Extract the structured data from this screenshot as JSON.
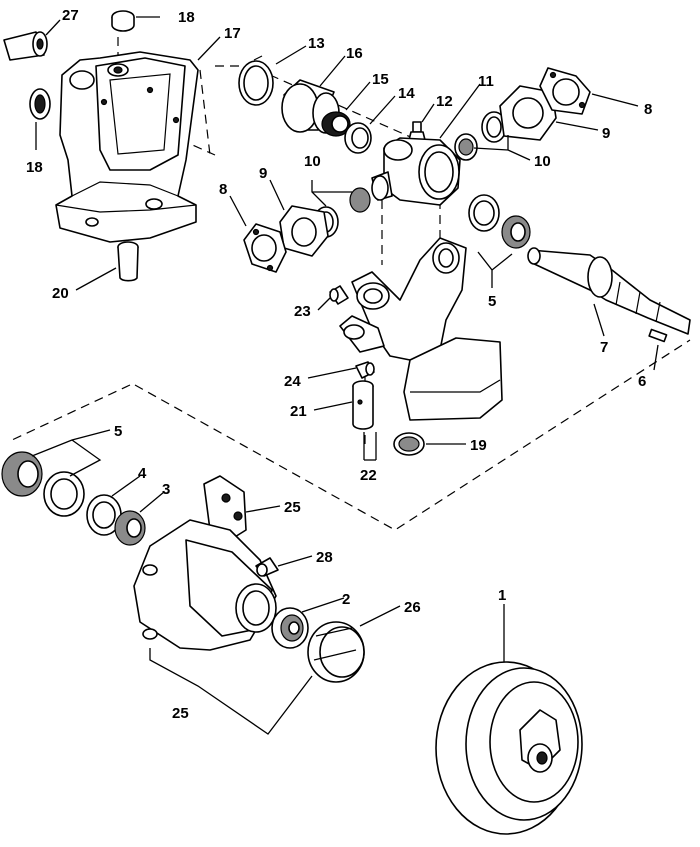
{
  "callouts": [
    {
      "id": "c27",
      "text": "27"
    },
    {
      "id": "c18a",
      "text": "18"
    },
    {
      "id": "c17",
      "text": "17"
    },
    {
      "id": "c13",
      "text": "13"
    },
    {
      "id": "c16",
      "text": "16"
    },
    {
      "id": "c15",
      "text": "15"
    },
    {
      "id": "c14",
      "text": "14"
    },
    {
      "id": "c12",
      "text": "12"
    },
    {
      "id": "c11",
      "text": "11"
    },
    {
      "id": "c8a",
      "text": "8"
    },
    {
      "id": "c9a",
      "text": "9"
    },
    {
      "id": "c10a",
      "text": "10"
    },
    {
      "id": "c18b",
      "text": "18"
    },
    {
      "id": "c10b",
      "text": "10"
    },
    {
      "id": "c9b",
      "text": "9"
    },
    {
      "id": "c8b",
      "text": "8"
    },
    {
      "id": "c20",
      "text": "20"
    },
    {
      "id": "c5a",
      "text": "5"
    },
    {
      "id": "c23",
      "text": "23"
    },
    {
      "id": "c7",
      "text": "7"
    },
    {
      "id": "c6",
      "text": "6"
    },
    {
      "id": "c24",
      "text": "24"
    },
    {
      "id": "c21",
      "text": "21"
    },
    {
      "id": "c19",
      "text": "19"
    },
    {
      "id": "c22",
      "text": "22"
    },
    {
      "id": "c5b",
      "text": "5"
    },
    {
      "id": "c4",
      "text": "4"
    },
    {
      "id": "c3",
      "text": "3"
    },
    {
      "id": "c25a",
      "text": "25"
    },
    {
      "id": "c28",
      "text": "28"
    },
    {
      "id": "c2",
      "text": "2"
    },
    {
      "id": "c26",
      "text": "26"
    },
    {
      "id": "c1",
      "text": "1"
    },
    {
      "id": "c25b",
      "text": "25"
    }
  ]
}
